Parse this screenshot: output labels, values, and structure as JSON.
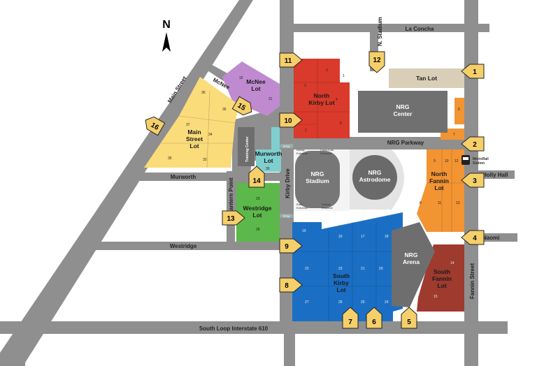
{
  "compass": {
    "label": "N"
  },
  "streets": {
    "la_concha": "La Concha",
    "n_stadium": "N. Stadium",
    "mcnee": "McNee",
    "main_street": "Main Street",
    "nrg_parkway": "NRG Parkway",
    "holly_hall": "Holly Hall",
    "murworth": "Murworth",
    "kirby_drive": "Kirby Drive",
    "lantern_point": "Lantern Point",
    "westridge": "Westridge",
    "naomi": "Naomi",
    "fannin_street": "Fannin Street",
    "south_loop": "South Loop Interstate 610"
  },
  "venues": {
    "nrg_center": [
      "NRG",
      "Center"
    ],
    "nrg_stadium": [
      "NRG",
      "Stadium"
    ],
    "nrg_astrodome": [
      "NRG",
      "Astrodome"
    ],
    "nrg_arena": [
      "NRG",
      "Arena"
    ],
    "training_center": "Training Center",
    "metrorail_station": [
      "MetroRail",
      "Station"
    ]
  },
  "entrances": {
    "infinity": [
      "Infinity",
      "Entrance"
    ],
    "coca_cola": [
      "Coca-Cola",
      "Entrance"
    ],
    "east": [
      "East",
      "Entrance"
    ],
    "verizon": [
      "Verizon",
      "Entrance"
    ]
  },
  "bridge_label": "Bridge",
  "lots": {
    "tan": {
      "name": [
        "Tan Lot"
      ],
      "color": "#d9cfb8"
    },
    "north_kirby": {
      "name": [
        "North",
        "Kirby Lot"
      ],
      "color": "#d93a2b"
    },
    "mcnee": {
      "name": [
        "McNee",
        "Lot"
      ],
      "color": "#c08ad0"
    },
    "main_street": {
      "name": [
        "Main",
        "Street",
        "Lot"
      ],
      "color": "#fbdc7a"
    },
    "murworth": {
      "name": [
        "Murworth",
        "Lot"
      ],
      "color": "#7fcfcf"
    },
    "westridge": {
      "name": [
        "Westridge",
        "Lot"
      ],
      "color": "#5cb84a"
    },
    "north_fannin": {
      "name": [
        "North",
        "Fannin",
        "Lot"
      ],
      "color": "#f39433"
    },
    "south_kirby": {
      "name": [
        "South",
        "Kirby",
        "Lot"
      ],
      "color": "#1a6fc4"
    },
    "south_fannin": {
      "name": [
        "South",
        "Fannin",
        "Lot"
      ],
      "color": "#9e3a2e"
    }
  },
  "section_numbers": {
    "north_kirby": [
      "2",
      "3",
      "1",
      "4",
      "5",
      "1"
    ],
    "mcnee": [
      "32",
      "31"
    ],
    "main_street": [
      "36",
      "37",
      "34",
      "35",
      "33",
      "35"
    ],
    "murworth": [
      "30"
    ],
    "westridge": [
      "29",
      "28"
    ],
    "north_fannin": [
      "9",
      "10",
      "12",
      "8",
      "11",
      "13"
    ],
    "nrg_center": [
      "6",
      "7"
    ],
    "south_kirby": [
      "19",
      "16",
      "17",
      "18",
      "22",
      "23",
      "21",
      "20",
      "27",
      "26",
      "25",
      "24"
    ],
    "south_fannin": [
      "14",
      "15"
    ]
  },
  "entry_badges": [
    "1",
    "2",
    "3",
    "4",
    "5",
    "6",
    "7",
    "8",
    "9",
    "10",
    "11",
    "12",
    "13",
    "14",
    "15",
    "16"
  ]
}
